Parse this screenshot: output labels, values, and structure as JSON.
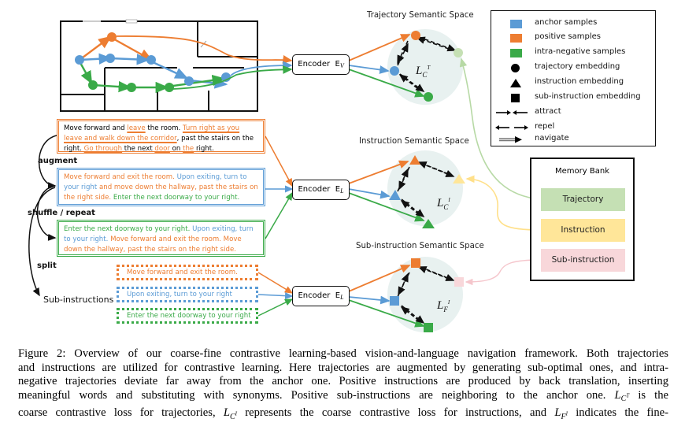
{
  "figure": {
    "floorplan": {
      "label": "Top-down floor plan with trajectories"
    },
    "instructions": {
      "anchor_original": {
        "segments": [
          {
            "text": "Move forward and ",
            "style": "plain"
          },
          {
            "text": "leave",
            "style": "underline"
          },
          {
            "text": " the room. ",
            "style": "plain"
          },
          {
            "text": "Turn right as you leave and walk down the corridor",
            "style": "underline"
          },
          {
            "text": ", past the stairs on the right. ",
            "style": "plain"
          },
          {
            "text": "Go through",
            "style": "underline"
          },
          {
            "text": " the next ",
            "style": "plain"
          },
          {
            "text": "door",
            "style": "underline"
          },
          {
            "text": " on ",
            "style": "plain"
          },
          {
            "text": "the",
            "style": "underline"
          },
          {
            "text": " right.",
            "style": "plain"
          }
        ]
      },
      "anchor": {
        "segments": [
          {
            "text": "Move forward and exit the room. ",
            "color": "orange"
          },
          {
            "text": "Upon exiting, turn to your right ",
            "color": "blue"
          },
          {
            "text": "and move down the hallway, past the stairs on the right side. ",
            "color": "orange"
          },
          {
            "text": "Enter the next doorway to your right.",
            "color": "green"
          }
        ]
      },
      "negative": {
        "segments": [
          {
            "text": "Enter the next doorway to your right. ",
            "color": "green"
          },
          {
            "text": "Upon exiting, turn to your right. ",
            "color": "blue"
          },
          {
            "text": "Move forward and exit the room. Move down the hallway, past the stairs on the right side.",
            "color": "orange"
          }
        ]
      },
      "labels": {
        "augment": "augment",
        "shuffle": "shuffle / repeat",
        "split": "split",
        "sub_instructions": "Sub-instructions"
      },
      "sub_instructions": [
        {
          "text": "Move forward and exit the room.",
          "color": "orange"
        },
        {
          "text": "Upon exiting, turn to your right",
          "color": "blue"
        },
        {
          "text": "Enter the next doorway to your right",
          "color": "green"
        }
      ]
    },
    "encoders": [
      {
        "label": "Encoder",
        "subscript": "E",
        "sub_index": "V"
      },
      {
        "label": "Encoder",
        "subscript": "E",
        "sub_index": "L"
      },
      {
        "label": "Encoder",
        "subscript": "E",
        "sub_index": "L"
      }
    ],
    "spaces": [
      {
        "title": "Trajectory Semantic Space",
        "loss": "L",
        "loss_sub": "C",
        "loss_sup": "T",
        "shape": "circle"
      },
      {
        "title": "Instruction Semantic Space",
        "loss": "L",
        "loss_sub": "C",
        "loss_sup": "I",
        "shape": "triangle"
      },
      {
        "title": "Sub-instruction Semantic Space",
        "loss": "L",
        "loss_sub": "F",
        "loss_sup": "I",
        "shape": "square"
      }
    ],
    "legend": [
      {
        "icon": "anchor-swatch",
        "label": "anchor samples",
        "color": "#5B9BD5"
      },
      {
        "icon": "positive-swatch",
        "label": "positive samples",
        "color": "#ED7D31"
      },
      {
        "icon": "negative-swatch",
        "label": "intra-negative samples",
        "color": "#3AAA48"
      },
      {
        "icon": "circle-icon",
        "label": "trajectory embedding"
      },
      {
        "icon": "triangle-icon",
        "label": "instruction embedding"
      },
      {
        "icon": "square-icon",
        "label": "sub-instruction embedding"
      },
      {
        "icon": "attract-arrows-icon",
        "label": "attract"
      },
      {
        "icon": "repel-arrows-icon",
        "label": "repel"
      },
      {
        "icon": "navigate-arrow-icon",
        "label": "navigate"
      }
    ],
    "memory_bank": {
      "title": "Memory Bank",
      "items": [
        {
          "label": "Trajectory",
          "color": "#C5E0B4"
        },
        {
          "label": "Instruction",
          "color": "#FFE699"
        },
        {
          "label": "Sub-instruction",
          "color": "#F8D7DA"
        }
      ]
    },
    "colors": {
      "anchor": "#5B9BD5",
      "positive": "#ED7D31",
      "negative": "#3AAA48",
      "space_bg": "#E8F1F0",
      "memory_trajectory": "#C5E0B4",
      "memory_instruction": "#FFE699",
      "memory_subinstruction": "#F8D7DA"
    }
  },
  "caption": {
    "lines": [
      "Figure 2: Overview of our coarse-fine contrastive learning-based vision-and-language navigation framework. Both trajectories",
      "and instructions are utilized for contrastive learning. Here trajectories are augmented by generating sub-optimal ones, and intra-",
      "negative trajectories deviate far away from the anchor one. Positive instructions are produced by back translation, inserting",
      "meaningful words and substituting with synonyms. Positive sub-instructions are neighboring to the anchor one.",
      "is the",
      "coarse contrastive loss for trajectories,",
      "represents the coarse contrastive loss for instructions, and",
      "indicates the fine-"
    ],
    "math": {
      "lct": {
        "base": "L",
        "sub": "C",
        "sup": "T"
      },
      "lci": {
        "base": "L",
        "sub": "C",
        "sup": "I"
      },
      "lfi": {
        "base": "L",
        "sub": "F",
        "sup": "I"
      }
    }
  }
}
